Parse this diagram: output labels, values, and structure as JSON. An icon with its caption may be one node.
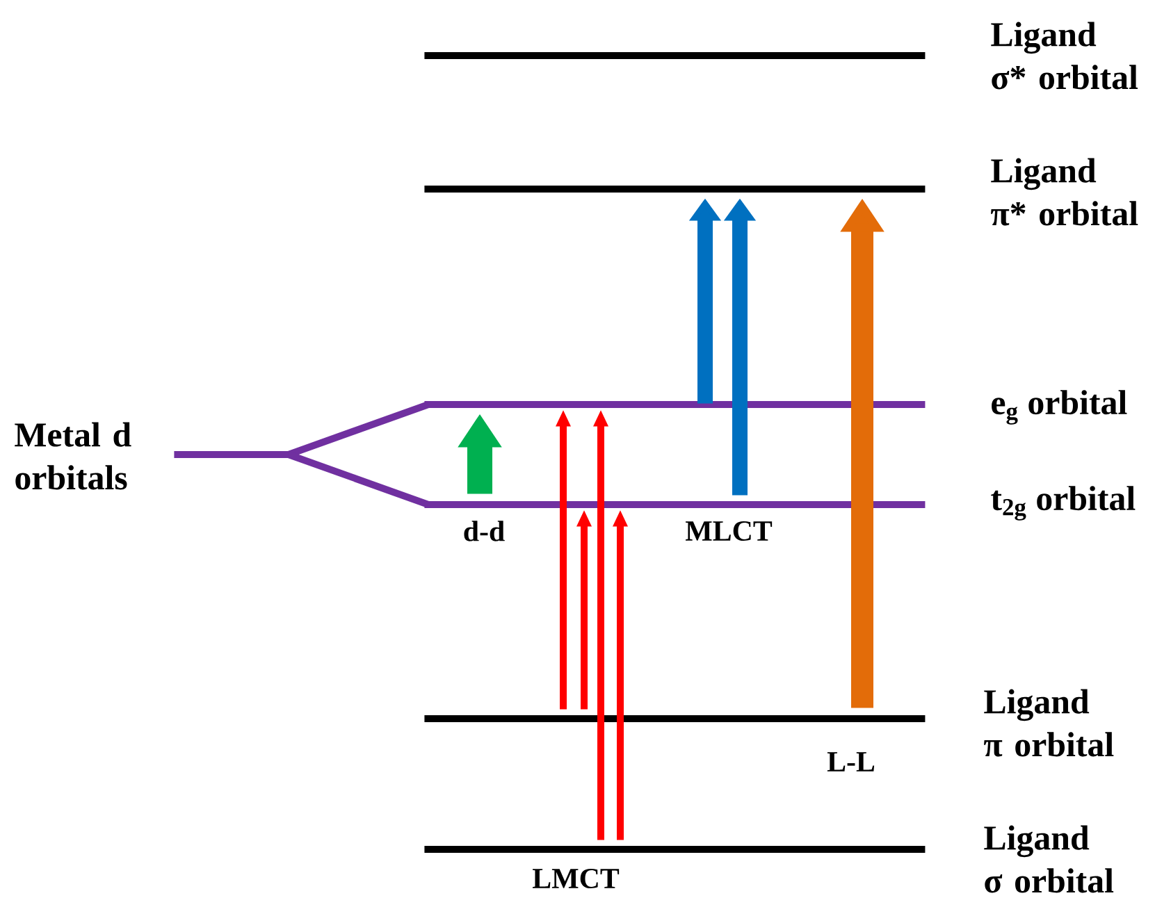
{
  "diagram": {
    "nodes": [
      {
        "text": [
          "Ligand σ* orbital"
        ]
      },
      {
        "text": [
          "Ligand π* orbital"
        ]
      },
      {
        "text": [
          "e$_{g}$ orbital"
        ]
      },
      {
        "text": [
          "Metal d orbitals"
        ]
      },
      {
        "text": [
          "t$_{2g}$ orbital"
        ]
      },
      {
        "text": [
          "Ligand π orbital"
        ]
      },
      {
        "text": [
          "Ligand σ orbital"
        ]
      }
    ],
    "edges": [
      {
        "from": 3,
        "to": 2,
        "arrow": "none",
        "color": "#7030a0"
      },
      {
        "from": 3,
        "to": 4,
        "arrow": "none",
        "color": "#7030a0"
      },
      {
        "from": 4,
        "to": 2,
        "arrow": "to",
        "style": "thick",
        "color": "#00b050"
      },
      {
        "from": 5,
        "to": 2,
        "arrow": "to"
      },
      {
        "from": 5,
        "to": 4,
        "arrow": "to"
      },
      {
        "from": 6,
        "to": 2,
        "arrow": "to"
      },
      {
        "from": 6,
        "to": 4,
        "arrow": "to"
      },
      {
        "from": 2,
        "to": 1,
        "arrow": "to",
        "style": "thick",
        "color": "#0070c0"
      },
      {
        "from": 4,
        "to": 1,
        "arrow": "to",
        "style": "thick",
        "color": "#0070c0"
      },
      {
        "from": 5,
        "to": 1,
        "arrow": "to",
        "style": "thick",
        "color": "#e36c09"
      }
    ],
    "labels": [
      "d-d",
      "MLCT",
      "L-L",
      "LMCT"
    ]
  }
}
